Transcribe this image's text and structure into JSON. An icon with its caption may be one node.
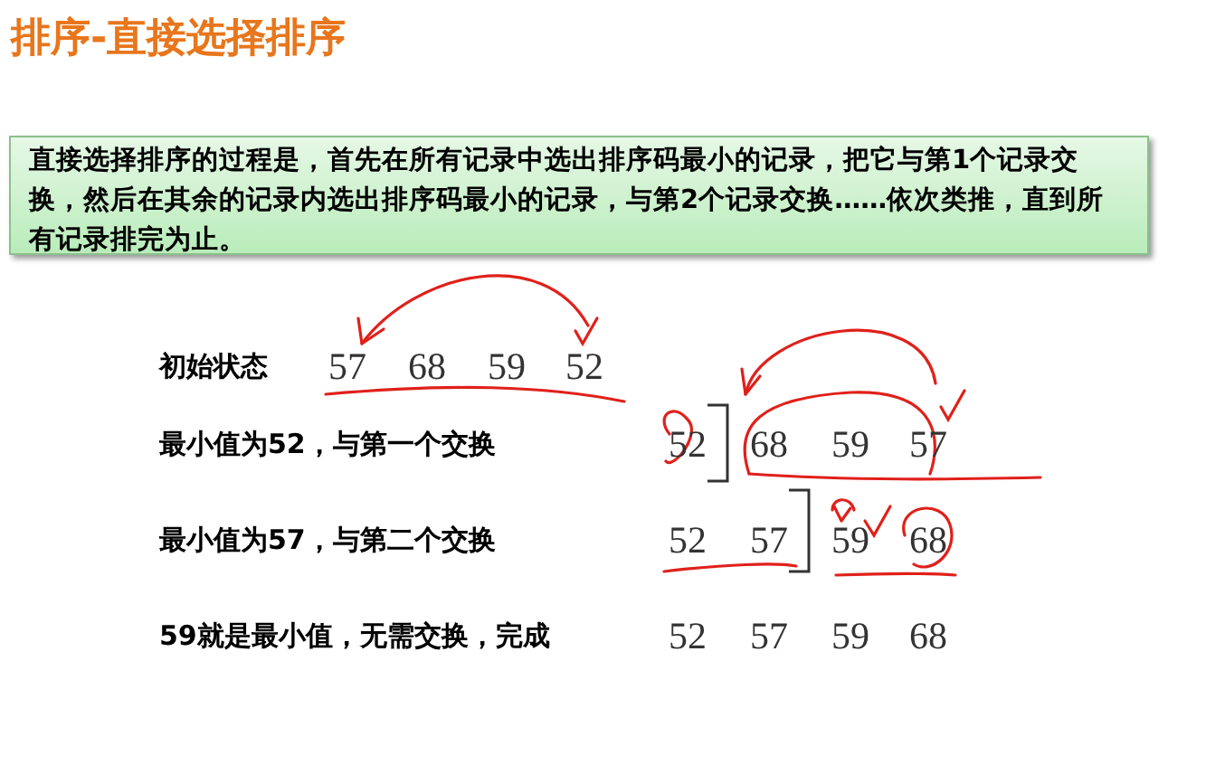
{
  "diagram": {
    "title": "排序-直接选择排序",
    "nodes": [
      {
        "text": [
          "直接选择排序的过程是，首先在所有记录中选出排序码最小的记录，把它与第1个记录交换，然后在其余的记录内选出排序码最小的记录，与第2个记录交换……依次类推，直到所有记录排完为止。"
        ]
      }
    ],
    "edges": [],
    "labels": [
      "初始状态",
      "57",
      "68",
      "59",
      "52",
      "最小值为52，与第一个交换",
      "52",
      "68",
      "59",
      "57",
      "最小值为57，与第二个交换",
      "52",
      "57",
      "59",
      "68",
      "59就是最小值，无需交换，完成",
      "52",
      "57",
      "59",
      "68"
    ]
  }
}
